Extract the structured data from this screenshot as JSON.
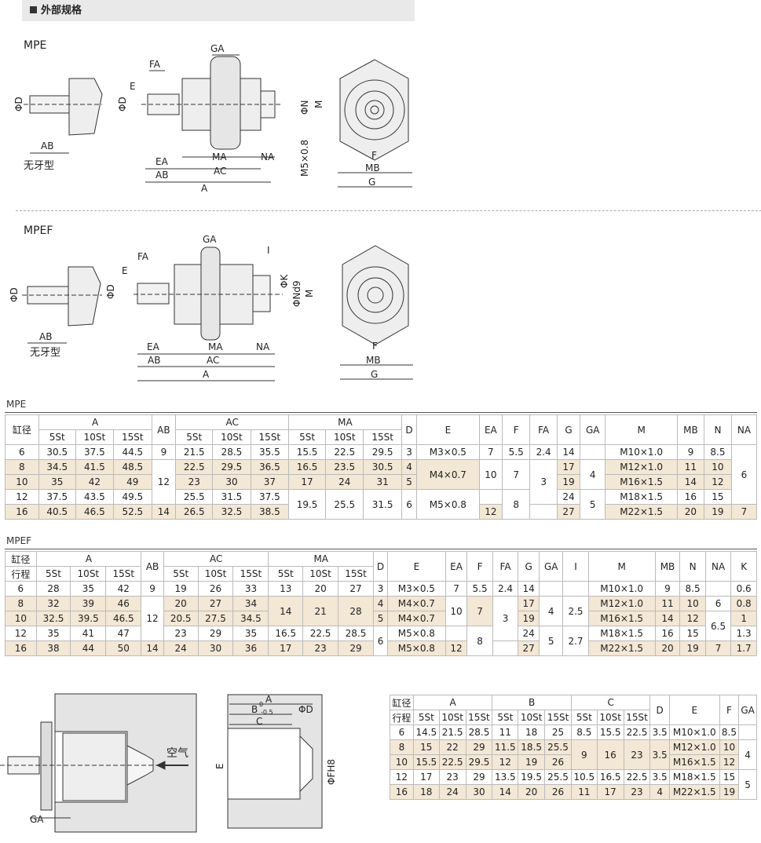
{
  "header": {
    "title": "外部规格"
  },
  "figures": {
    "mpe_label": "MPE",
    "mpef_label": "MPEF",
    "no_thread": "无牙型",
    "air": "空气",
    "dims": {
      "D": "ΦD",
      "E": "E",
      "FA": "FA",
      "GA": "GA",
      "EA": "EA",
      "AB": "AB",
      "MA": "MA",
      "AC": "AC",
      "A": "A",
      "NA": "NA",
      "N": "ΦN",
      "M": "M",
      "M5": "M5×0.8",
      "F": "F",
      "MB": "MB",
      "G": "G",
      "K": "ΦK",
      "Nd9": "ΦNd9",
      "I": "I",
      "B": "B",
      "C": "C",
      "FH8": "ΦFH8",
      "tol_top": "0",
      "tol_bot": "-0.5"
    }
  },
  "mpe_table": {
    "title": "MPE",
    "head1": [
      "缸径",
      "A",
      "AB",
      "AC",
      "MA",
      "D",
      "E",
      "EA",
      "F",
      "FA",
      "G",
      "GA",
      "M",
      "MB",
      "N",
      "NA"
    ],
    "sub": [
      "5St",
      "10St",
      "15St",
      "5St",
      "10St",
      "15St",
      "5St",
      "10St",
      "15St"
    ],
    "rows": [
      [
        "6",
        "30.5",
        "37.5",
        "44.5",
        "9",
        "21.5",
        "28.5",
        "35.5",
        "15.5",
        "22.5",
        "29.5",
        "3",
        "M3×0.5",
        "7",
        "5.5",
        "2.4",
        "14",
        "",
        "M10×1.0",
        "9",
        "8.5",
        ""
      ],
      [
        "8",
        "34.5",
        "41.5",
        "48.5",
        "12",
        "22.5",
        "29.5",
        "36.5",
        "16.5",
        "23.5",
        "30.5",
        "4",
        "M4×0.7",
        "10",
        "7",
        "3",
        "17",
        "4",
        "M12×1.0",
        "11",
        "10",
        "6"
      ],
      [
        "10",
        "35",
        "42",
        "49",
        "",
        "23",
        "30",
        "37",
        "17",
        "24",
        "31",
        "5",
        "",
        "",
        "",
        "",
        "19",
        "",
        "M16×1.5",
        "14",
        "12",
        ""
      ],
      [
        "12",
        "37.5",
        "43.5",
        "49.5",
        "",
        "25.5",
        "31.5",
        "37.5",
        "19.5",
        "25.5",
        "31.5",
        "6",
        "M5×0.8",
        "",
        "8",
        "",
        "24",
        "5",
        "M18×1.5",
        "16",
        "15",
        ""
      ],
      [
        "16",
        "40.5",
        "46.5",
        "52.5",
        "14",
        "26.5",
        "32.5",
        "38.5",
        "",
        "",
        "",
        "",
        "",
        "12",
        "",
        "",
        "27",
        "",
        "M22×1.5",
        "20",
        "19",
        "7"
      ]
    ]
  },
  "mpef_table": {
    "title": "MPEF",
    "head1": [
      "缸径",
      "行程",
      "A",
      "AB",
      "AC",
      "MA",
      "D",
      "E",
      "EA",
      "F",
      "FA",
      "G",
      "GA",
      "I",
      "M",
      "MB",
      "N",
      "NA",
      "K"
    ],
    "sub": [
      "5St",
      "10St",
      "15St",
      "5St",
      "10St",
      "15St",
      "5St",
      "10St",
      "15St"
    ],
    "rows": [
      [
        "6",
        "28",
        "35",
        "42",
        "9",
        "19",
        "26",
        "33",
        "13",
        "20",
        "27",
        "3",
        "M3×0.5",
        "7",
        "5.5",
        "2.4",
        "14",
        "",
        "",
        "M10×1.0",
        "9",
        "8.5",
        "",
        "0.6"
      ],
      [
        "8",
        "32",
        "39",
        "46",
        "12",
        "20",
        "27",
        "34",
        "14",
        "21",
        "28",
        "4",
        "M4×0.7",
        "10",
        "7",
        "3",
        "17",
        "4",
        "2.5",
        "M12×1.0",
        "11",
        "10",
        "6",
        "0.8"
      ],
      [
        "10",
        "32.5",
        "39.5",
        "46.5",
        "",
        "20.5",
        "27.5",
        "34.5",
        "",
        "",
        "",
        "5",
        "M4×0.7",
        "",
        "",
        "",
        "19",
        "",
        "",
        "M16×1.5",
        "14",
        "12",
        "6.5",
        "1"
      ],
      [
        "12",
        "35",
        "41",
        "47",
        "",
        "23",
        "29",
        "35",
        "16.5",
        "22.5",
        "28.5",
        "6",
        "M5×0.8",
        "",
        "8",
        "",
        "24",
        "5",
        "2.7",
        "M18×1.5",
        "16",
        "15",
        "",
        "1.3"
      ],
      [
        "16",
        "38",
        "44",
        "50",
        "14",
        "24",
        "30",
        "36",
        "17",
        "23",
        "29",
        "",
        "M5×0.8",
        "12",
        "",
        "",
        "27",
        "",
        "",
        "M22×1.5",
        "20",
        "19",
        "7",
        "1.7"
      ]
    ]
  },
  "mount_table": {
    "head1": [
      "缸径",
      "行程",
      "A",
      "B",
      "C",
      "D",
      "E",
      "F",
      "GA"
    ],
    "sub": [
      "5St",
      "10St",
      "15St",
      "5St",
      "10St",
      "15St",
      "5St",
      "10St",
      "15St"
    ],
    "rows": [
      [
        "6",
        "14.5",
        "21.5",
        "28.5",
        "11",
        "18",
        "25",
        "8.5",
        "15.5",
        "22.5",
        "3.5",
        "M10×1.0",
        "8.5",
        ""
      ],
      [
        "8",
        "15",
        "22",
        "29",
        "11.5",
        "18.5",
        "25.5",
        "9",
        "16",
        "23",
        "3.5",
        "M12×1.0",
        "10",
        "4"
      ],
      [
        "10",
        "15.5",
        "22.5",
        "29.5",
        "12",
        "19",
        "26",
        "",
        "",
        "",
        "",
        "M16×1.5",
        "12",
        ""
      ],
      [
        "12",
        "17",
        "23",
        "29",
        "13.5",
        "19.5",
        "25.5",
        "10.5",
        "16.5",
        "22.5",
        "3.5",
        "M18×1.5",
        "15",
        "5"
      ],
      [
        "16",
        "18",
        "24",
        "30",
        "14",
        "20",
        "26",
        "11",
        "17",
        "23",
        "4",
        "M22×1.5",
        "19",
        ""
      ]
    ]
  }
}
